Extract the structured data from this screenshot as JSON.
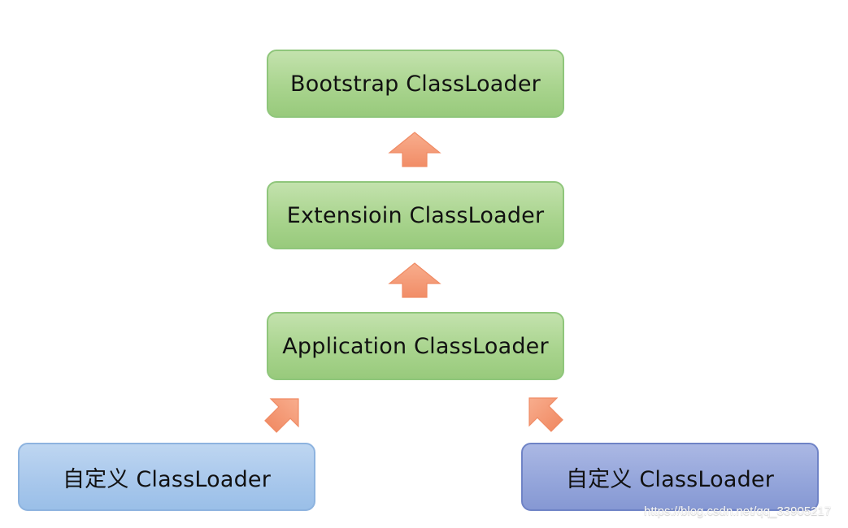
{
  "diagram": {
    "nodes": {
      "bootstrap": "Bootstrap ClassLoader",
      "extension": "Extensioin ClassLoader",
      "application": "Application ClassLoader",
      "custom_left": "自定义 ClassLoader",
      "custom_right": "自定义 ClassLoader"
    },
    "watermark": "https://blog.csdn.net/qq_33905217"
  },
  "colors": {
    "green_box": "#a9d48e",
    "light_blue_box": "#a9c8ec",
    "dark_blue_box": "#95a6db",
    "arrow_fill": "#f6a07e",
    "arrow_stroke": "#f08b64"
  },
  "arrows": [
    {
      "name": "extension-to-bootstrap",
      "icon": "up-arrow-icon"
    },
    {
      "name": "application-to-extension",
      "icon": "up-arrow-icon"
    },
    {
      "name": "custom-left-to-application",
      "icon": "diagonal-up-right-arrow-icon"
    },
    {
      "name": "custom-right-to-application",
      "icon": "diagonal-up-left-arrow-icon"
    }
  ]
}
